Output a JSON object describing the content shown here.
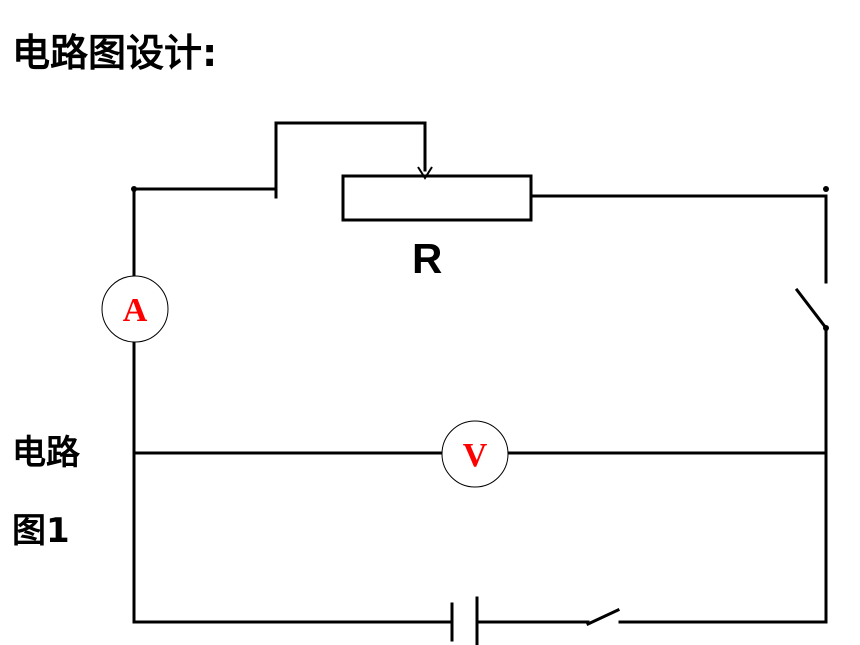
{
  "title": "电路图设计:",
  "figure_caption": {
    "line1": "电路",
    "line2": "图1"
  },
  "resistor_label": "R",
  "ammeter_label": "A",
  "voltmeter_label": "V",
  "colors": {
    "wire": "#000000",
    "meter_text": "#ff0000",
    "background": "#ffffff"
  }
}
